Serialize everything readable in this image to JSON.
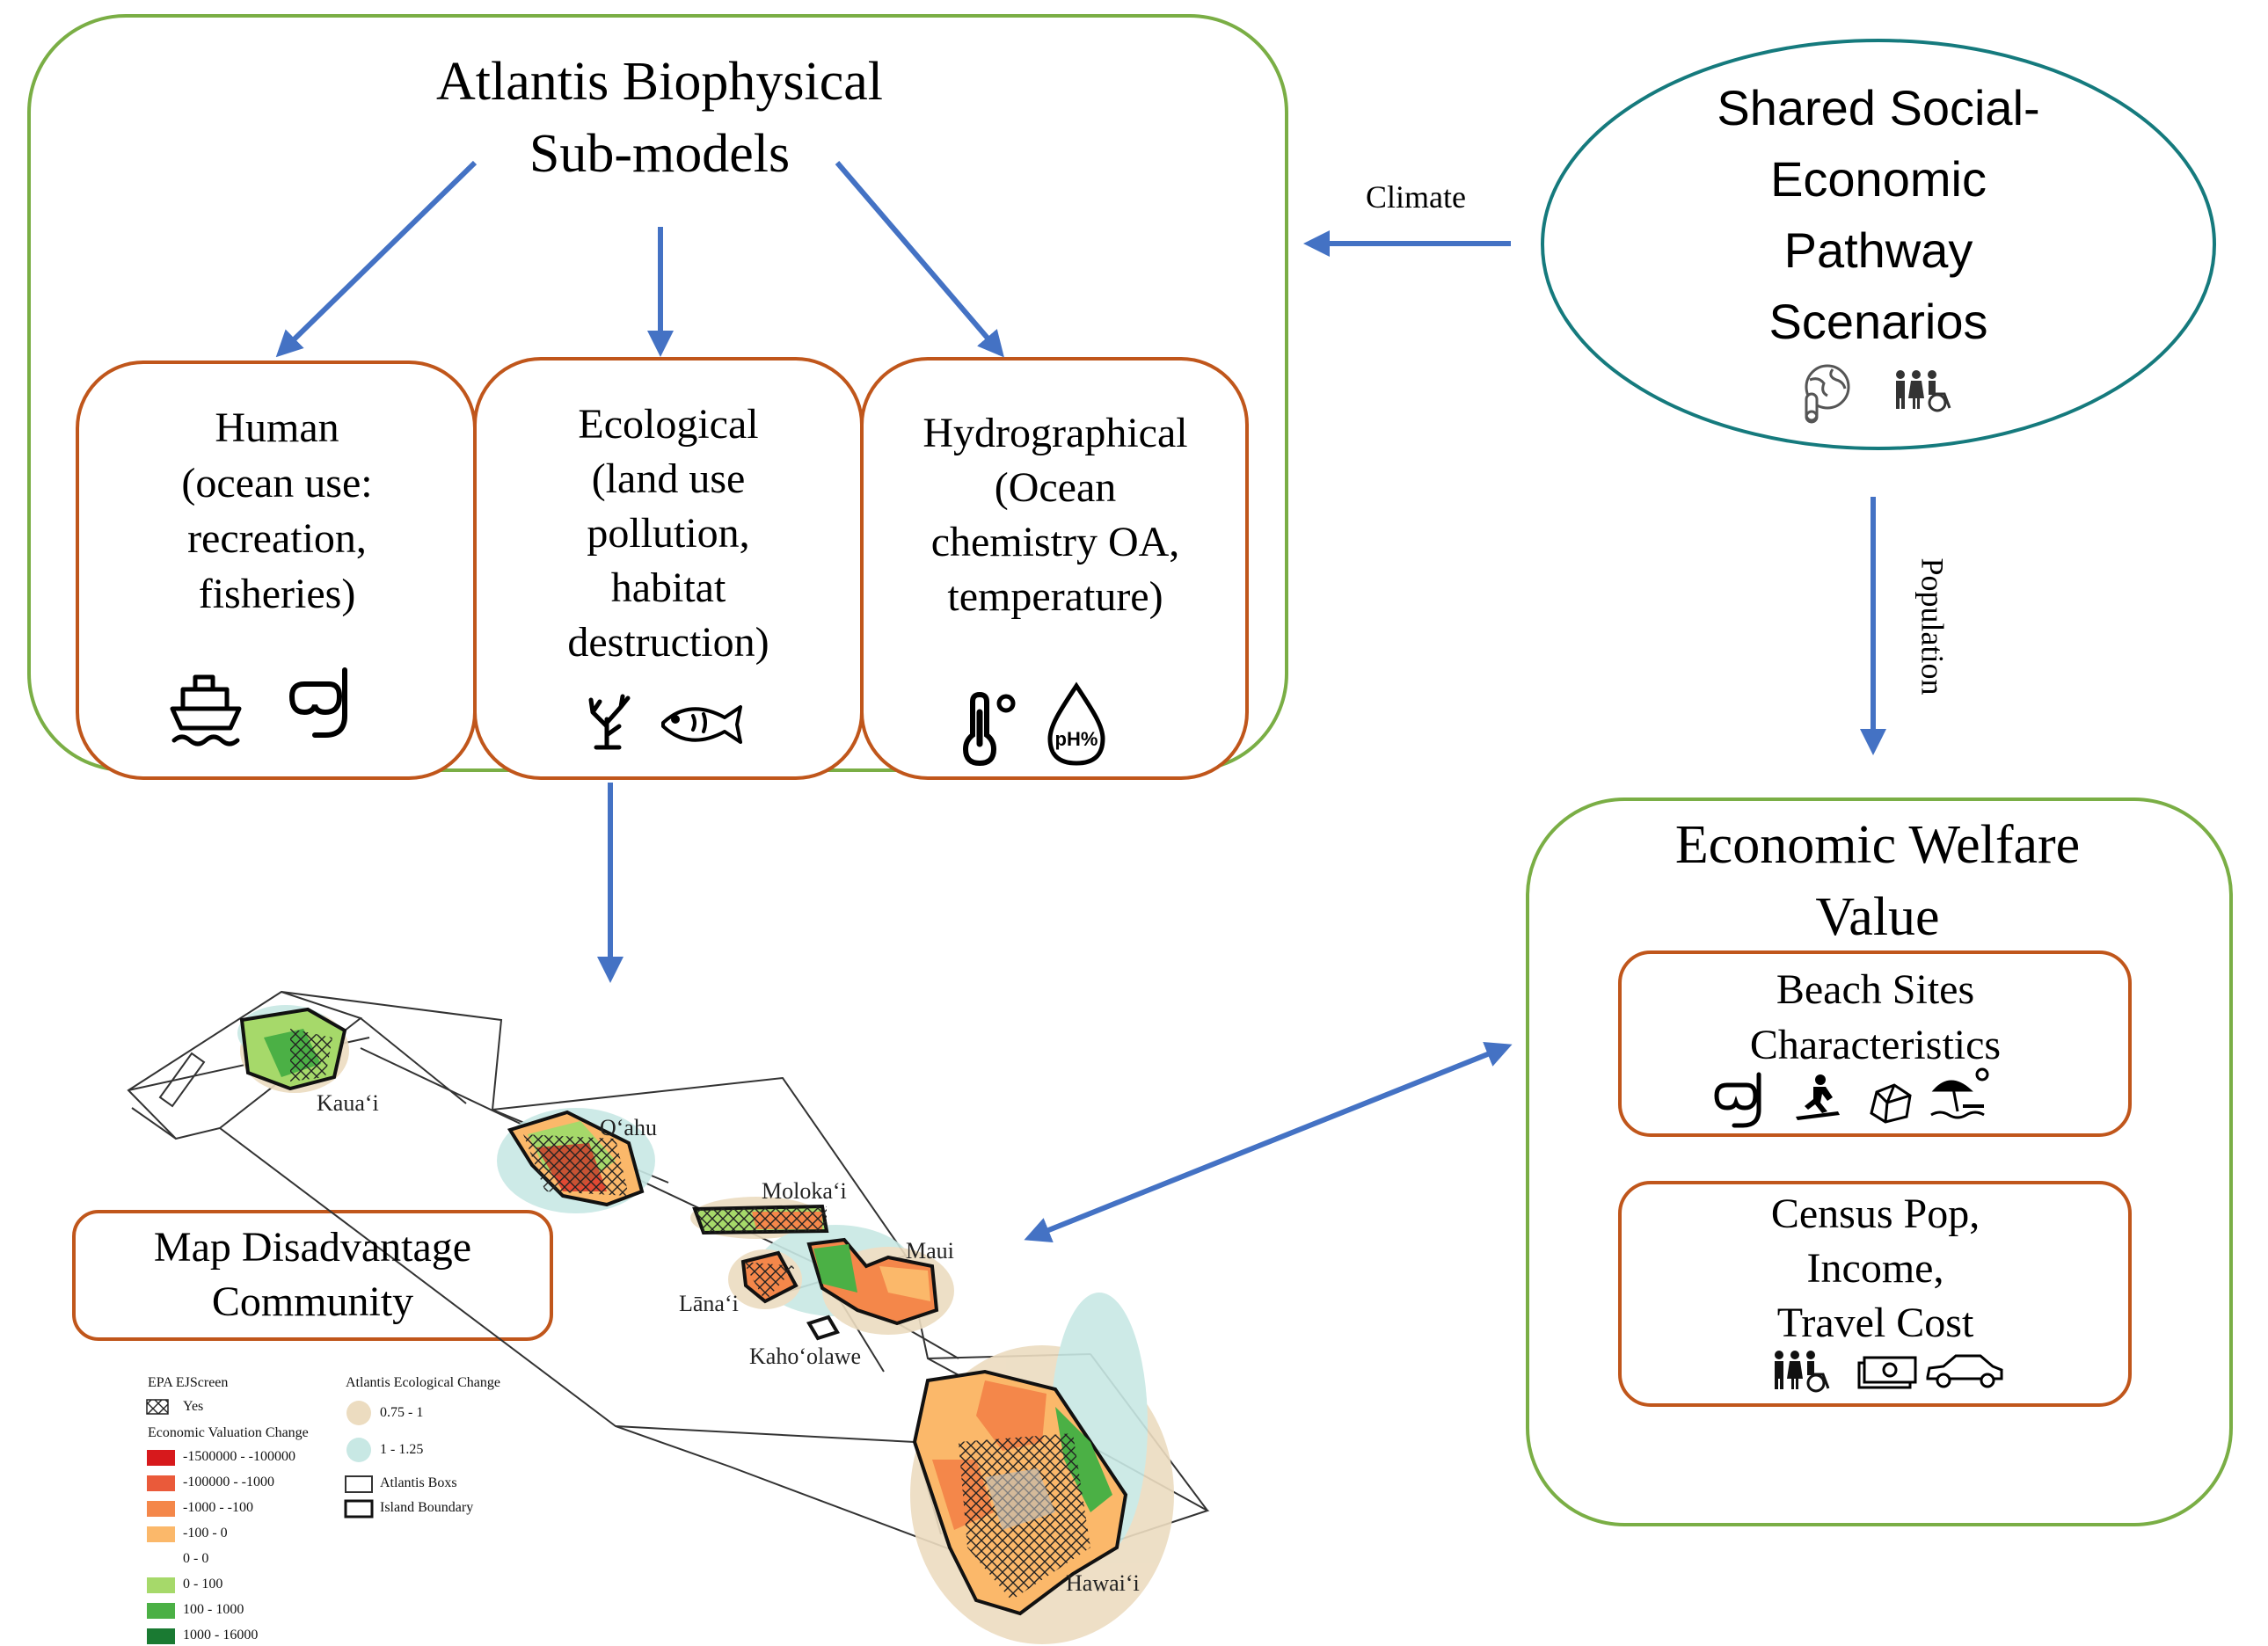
{
  "atlantis": {
    "title_line1": "Atlantis Biophysical",
    "title_line2": "Sub-models",
    "submodels": [
      {
        "lines": [
          "Human",
          "(ocean use:",
          "recreation,",
          "fisheries)"
        ],
        "icons": [
          "ship-icon",
          "snorkel-mask-icon"
        ]
      },
      {
        "lines": [
          "Ecological",
          "(land use",
          "pollution,",
          "habitat",
          "destruction)"
        ],
        "icons": [
          "coral-icon",
          "fish-icon"
        ]
      },
      {
        "lines": [
          "Hydrographical",
          "(Ocean",
          "chemistry OA,",
          "temperature)"
        ],
        "icons": [
          "thermometer-icon",
          "ph-drop-icon"
        ]
      }
    ]
  },
  "ssp": {
    "lines": [
      "Shared Social-",
      "Economic",
      "Pathway",
      "Scenarios"
    ],
    "icons": [
      "climate-globe-icon",
      "population-icon"
    ]
  },
  "arrows": {
    "climate_label": "Climate",
    "population_label": "Population"
  },
  "welfare": {
    "title_line1": "Economic Welfare",
    "title_line2": "Value",
    "beach": {
      "lines": [
        "Beach Sites",
        "Characteristics"
      ],
      "icons": [
        "snorkel-mask-icon",
        "surfer-icon",
        "rock-icon",
        "beach-umbrella-icon"
      ]
    },
    "census": {
      "lines": [
        "Census Pop,",
        "Income,",
        "Travel Cost"
      ],
      "icons": [
        "population-icon",
        "money-icon",
        "car-icon"
      ]
    }
  },
  "map": {
    "label_line1": "Map Disadvantage",
    "label_line2": "Community",
    "islands": [
      "Kaua‘i",
      "O‘ahu",
      "Moloka‘i",
      "Maui",
      "Lāna‘i",
      "Kaho‘olawe",
      "Hawai‘i"
    ],
    "legend": {
      "ejscreen_title": "EPA EJScreen",
      "ejscreen_yes": "Yes",
      "valuation_title": "Economic Valuation Change",
      "valuation_items": [
        {
          "label": "-1500000 - -100000",
          "color": "#d7191c"
        },
        {
          "label": "-100000 - -1000",
          "color": "#ea5a3a"
        },
        {
          "label": "-1000 - -100",
          "color": "#f4874a"
        },
        {
          "label": "-100 - 0",
          "color": "#fbb86a"
        },
        {
          "label": "0 - 0",
          "color": "#ffffff"
        },
        {
          "label": "0 - 100",
          "color": "#a6d96a"
        },
        {
          "label": "100 - 1000",
          "color": "#4bb045"
        },
        {
          "label": "1000 - 16000",
          "color": "#1a7a32"
        }
      ],
      "atlantis_title": "Atlantis Ecological Change",
      "atlantis_items": [
        {
          "label": "0.75 - 1",
          "color": "#ecdcc0"
        },
        {
          "label": "1 - 1.25",
          "color": "#c8e8e4"
        }
      ],
      "boxes_label": "Atlantis Boxs",
      "boundary_label": "Island Boundary"
    }
  },
  "colors": {
    "green_outline": "#7aae45",
    "orange_outline": "#c0561b",
    "teal_outline": "#157a7d",
    "arrow": "#4472c4"
  }
}
